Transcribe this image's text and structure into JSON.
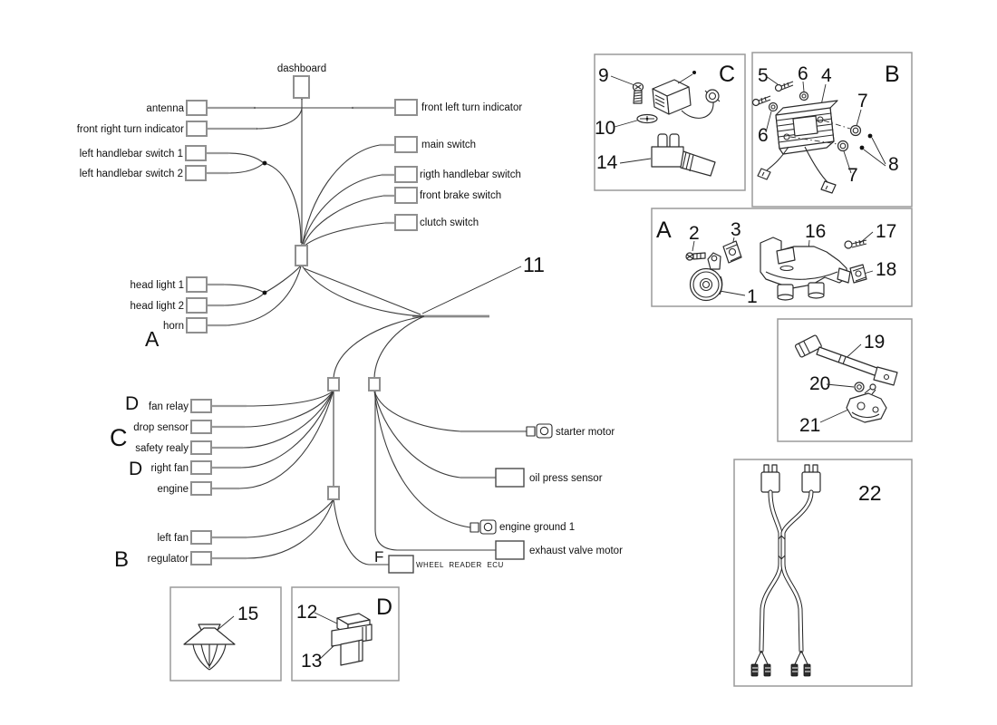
{
  "wiring": {
    "dashboard": "dashboard",
    "harness_number": "11",
    "ecu_label": "WHEEL READER ECU",
    "letters": {
      "a": "A",
      "b": "B",
      "c": "C",
      "d1": "D",
      "d2": "D",
      "f": "F"
    },
    "left_top": [
      "antenna",
      "front right turn indicator",
      "left handlebar switch 1",
      "left handlebar switch 2"
    ],
    "right_top": [
      "front left turn indicator",
      "main switch",
      "rigth handlebar switch",
      "front brake switch",
      "clutch switch"
    ],
    "left_mid": [
      "head light 1",
      "head light 2",
      "horn"
    ],
    "left_bottom": [
      "fan relay",
      "drop sensor",
      "safety realy",
      "right fan",
      "engine",
      "left fan",
      "regulator"
    ],
    "right_bottom": [
      "starter motor",
      "oil press sensor",
      "engine ground 1",
      "exhaust valve motor"
    ]
  },
  "panels": {
    "immobilizer": {
      "letter": "C",
      "n9": "9",
      "n10": "10",
      "n14": "14"
    },
    "regulator": {
      "letter": "B",
      "n5": "5",
      "n6a": "6",
      "n4": "4",
      "n7a": "7",
      "n6b": "6",
      "n7b": "7",
      "n8": "8"
    },
    "horn": {
      "letter": "A",
      "n2": "2",
      "n3": "3",
      "n1": "1",
      "n16": "16",
      "n17": "17",
      "n18": "18"
    },
    "sensor": {
      "n19": "19",
      "n20": "20",
      "n21": "21"
    },
    "harness": {
      "n22": "22"
    },
    "clip": {
      "n15": "15"
    },
    "relay": {
      "letter": "D",
      "n12": "12",
      "n13": "13"
    }
  }
}
